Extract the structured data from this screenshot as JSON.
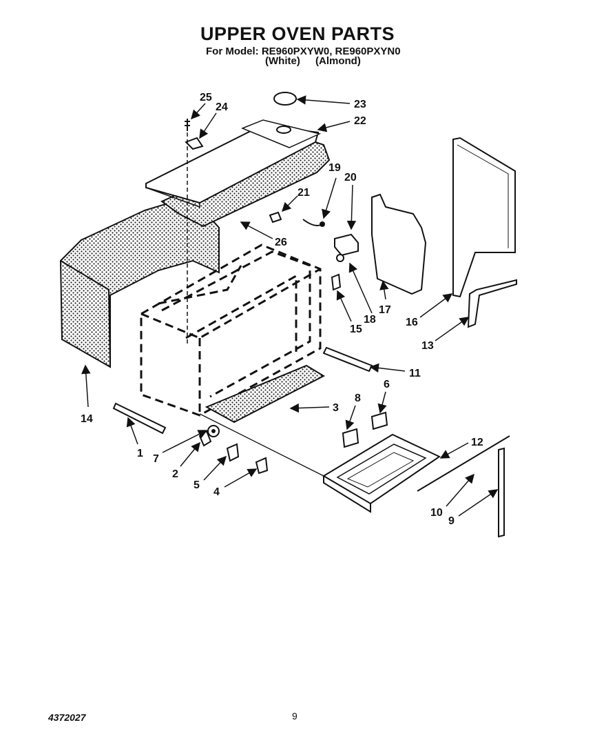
{
  "header": {
    "title": "UPPER OVEN PARTS",
    "model_line": "For Model: RE960PXYW0, RE960PXYN0",
    "variants": [
      "(White)",
      "(Almond)"
    ]
  },
  "footer": {
    "doc_number": "4372027",
    "page_number": "9"
  },
  "callouts": [
    {
      "id": "1",
      "text": "1"
    },
    {
      "id": "2",
      "text": "2"
    },
    {
      "id": "3",
      "text": "3"
    },
    {
      "id": "4",
      "text": "4"
    },
    {
      "id": "5",
      "text": "5"
    },
    {
      "id": "6",
      "text": "6"
    },
    {
      "id": "7",
      "text": "7"
    },
    {
      "id": "8",
      "text": "8"
    },
    {
      "id": "9",
      "text": "9"
    },
    {
      "id": "10",
      "text": "10"
    },
    {
      "id": "11",
      "text": "11"
    },
    {
      "id": "12",
      "text": "12"
    },
    {
      "id": "13",
      "text": "13"
    },
    {
      "id": "14",
      "text": "14"
    },
    {
      "id": "15",
      "text": "15"
    },
    {
      "id": "16",
      "text": "16"
    },
    {
      "id": "17",
      "text": "17"
    },
    {
      "id": "18",
      "text": "18"
    },
    {
      "id": "19",
      "text": "19"
    },
    {
      "id": "20",
      "text": "20"
    },
    {
      "id": "21",
      "text": "21"
    },
    {
      "id": "22",
      "text": "22"
    },
    {
      "id": "23",
      "text": "23"
    },
    {
      "id": "24",
      "text": "24"
    },
    {
      "id": "25",
      "text": "25"
    },
    {
      "id": "26",
      "text": "26"
    }
  ]
}
